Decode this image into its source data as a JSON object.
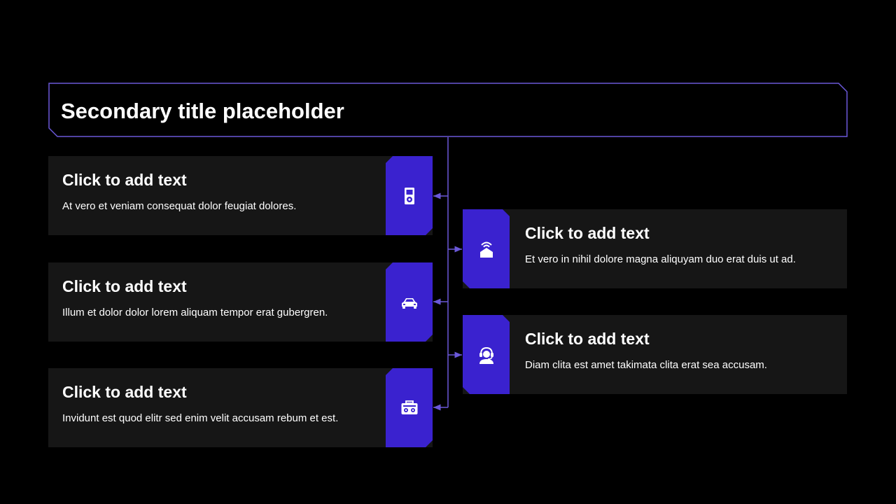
{
  "title": "Secondary title placeholder",
  "accent_color": "#3a22cf",
  "line_color": "#6a58d8",
  "card_background": "#161616",
  "cards_left": [
    {
      "heading": "Click to add text",
      "body": "At vero et veniam consequat dolor feugiat dolores.",
      "icon": "media-player-icon"
    },
    {
      "heading": "Click to add text",
      "body": "Illum et dolor dolor lorem aliquam tempor erat gubergren.",
      "icon": "car-icon"
    },
    {
      "heading": "Click to add text",
      "body": "Invidunt est quod elitr sed enim velit accusam rebum et est.",
      "icon": "radio-icon"
    }
  ],
  "cards_right": [
    {
      "heading": "Click to add text",
      "body": "Et vero in nihil dolore magna aliquyam duo erat duis ut ad.",
      "icon": "smart-home-icon"
    },
    {
      "heading": "Click to add text",
      "body": "Diam clita est amet takimata clita erat sea accusam.",
      "icon": "customer-support-icon"
    }
  ]
}
